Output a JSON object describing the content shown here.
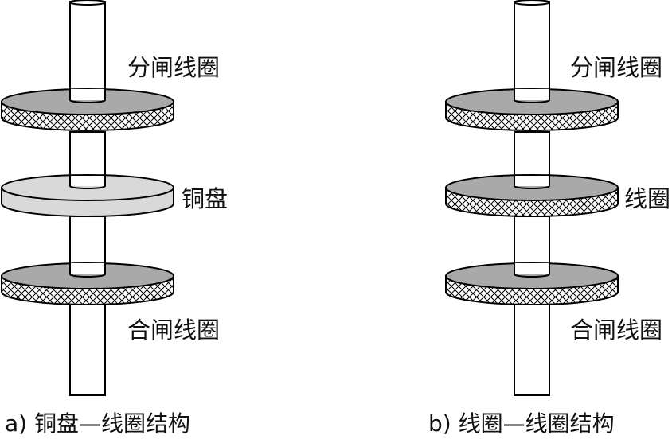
{
  "colors": {
    "background": "#ffffff",
    "outline": "#000000",
    "coil_top": "#a9a9a9",
    "copper_disc": "#d9d9d9",
    "hatch": "#000000"
  },
  "panel_a": {
    "opening_coil_label": "分闸线圈",
    "copper_disc_label": "铜盘",
    "closing_coil_label": "合闸线圈",
    "caption": "a) 铜盘—线圈结构"
  },
  "panel_b": {
    "opening_coil_label": "分闸线圈",
    "middle_coil_label": "线圈",
    "closing_coil_label": "合闸线圈",
    "caption": "b) 线圈—线圈结构"
  }
}
